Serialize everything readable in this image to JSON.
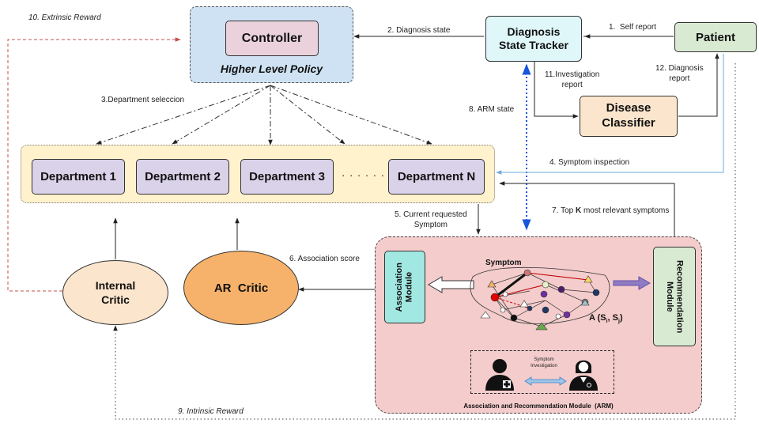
{
  "controller": {
    "label": "Controller",
    "policy_label": "Higher Level Policy"
  },
  "tracker": {
    "line1": "Diagnosis",
    "line2": "State Tracker"
  },
  "patient": {
    "label": "Patient"
  },
  "classifier": {
    "line1": "Disease",
    "line2": "Classifier"
  },
  "departments": [
    {
      "label": "Department 1"
    },
    {
      "label": "Department 2"
    },
    {
      "label": "Department 3"
    },
    {
      "label": "Department N"
    }
  ],
  "dept_ellipsis": "· · · · · ·",
  "critics": {
    "internal": {
      "line1": "Internal",
      "line2": "Critic"
    },
    "ar": {
      "label": "AR  Critic"
    }
  },
  "arm": {
    "association": {
      "line1": "Association",
      "line2": "Module"
    },
    "recommendation": {
      "line1": "Recommendation",
      "line2": "Module"
    },
    "symptom_label": "Symptom",
    "formula": {
      "prefix": "A (S",
      "sub_i": "i",
      "middle": ", S",
      "sub_j": "j",
      "suffix": ")"
    },
    "investigation": {
      "line1": "Symptom",
      "line2": "Investigation"
    },
    "caption": "Association and Recommendation Module  (ARM)"
  },
  "arrows": {
    "extrinsic_reward": "10. Extrinsic Reward",
    "self_report": "1.  Self report",
    "diagnosis_state": "2. Diagnosis state",
    "dept_selection": "3.Department seleccion",
    "symptom_inspection": "4. Symptom inspection",
    "current_requested_1": "5. Current requested",
    "current_requested_2": "Symptom",
    "association_score": "6. Association score",
    "top_k_prefix": "7. Top ",
    "top_k_bold": "K",
    "top_k_suffix": " most relevant symptoms",
    "arm_state": "8. ARM state",
    "intrinsic_reward": "9. Intrinsic Reward",
    "investigation_report_1": "11.Investigation",
    "investigation_report_2": "report",
    "diagnosis_report_1": "12. Diagnosis",
    "diagnosis_report_2": "report"
  },
  "colors": {
    "controller_bg": "#cfe2f3",
    "controller_inner": "#ead1dc",
    "tracker_bg": "#e0f7fa",
    "patient_bg": "#d9ead3",
    "classifier_bg": "#fce5cd",
    "dept_panel_bg": "#fff2cc",
    "dept_bg": "#d9d2e9",
    "internal_critic_bg": "#fce5cd",
    "ar_critic_bg": "#f6b26b",
    "arm_bg": "#f4cccc",
    "association_bg": "#a2e8e2",
    "recommendation_bg": "#d9ead3",
    "extrinsic_arrow": "#c0504d",
    "arm_state_arrow": "#1a56db",
    "patient_feed_arrow": "#6fa8dc"
  }
}
